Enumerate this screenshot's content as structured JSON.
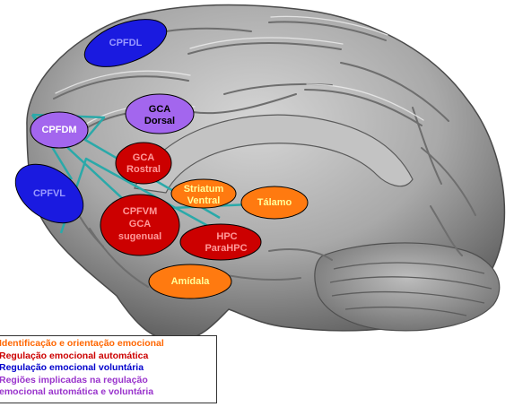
{
  "regions": {
    "cpfdl": "CPFDL",
    "gca_dorsal": [
      "GCA",
      "Dorsal"
    ],
    "cpfdm": "CPFDM",
    "gca_rostral": [
      "GCA",
      "Rostral"
    ],
    "cpfvl": "CPFVL",
    "striatum": [
      "Striatum",
      "Ventral"
    ],
    "talamo": "Tálamo",
    "cpfvm": [
      "CPFVM",
      "GCA",
      "sugenual"
    ],
    "hpc": [
      "HPC",
      "ParaHPC"
    ],
    "amidala": "Amídala"
  },
  "legend": [
    {
      "text": "Identificação e orientação emocional",
      "color": "#ff6600"
    },
    {
      "text": "Regulação emocional automática",
      "color": "#cc0000"
    },
    {
      "text": "Regulação emocional voluntária",
      "color": "#0000cc"
    },
    {
      "text": "Regiões implicadas na regulação",
      "color": "#9933cc"
    },
    {
      "text": "emocional automática e voluntária",
      "color": "#9933cc"
    }
  ],
  "colors": {
    "voluntary": "#1a1ae0",
    "voluntary_dark": "#0000cc",
    "automatic": "#cc0000",
    "identification": "#ff7a10",
    "both": "#a366ee",
    "network_line": "#2aa9a9",
    "brain": "#8a8a8a"
  }
}
